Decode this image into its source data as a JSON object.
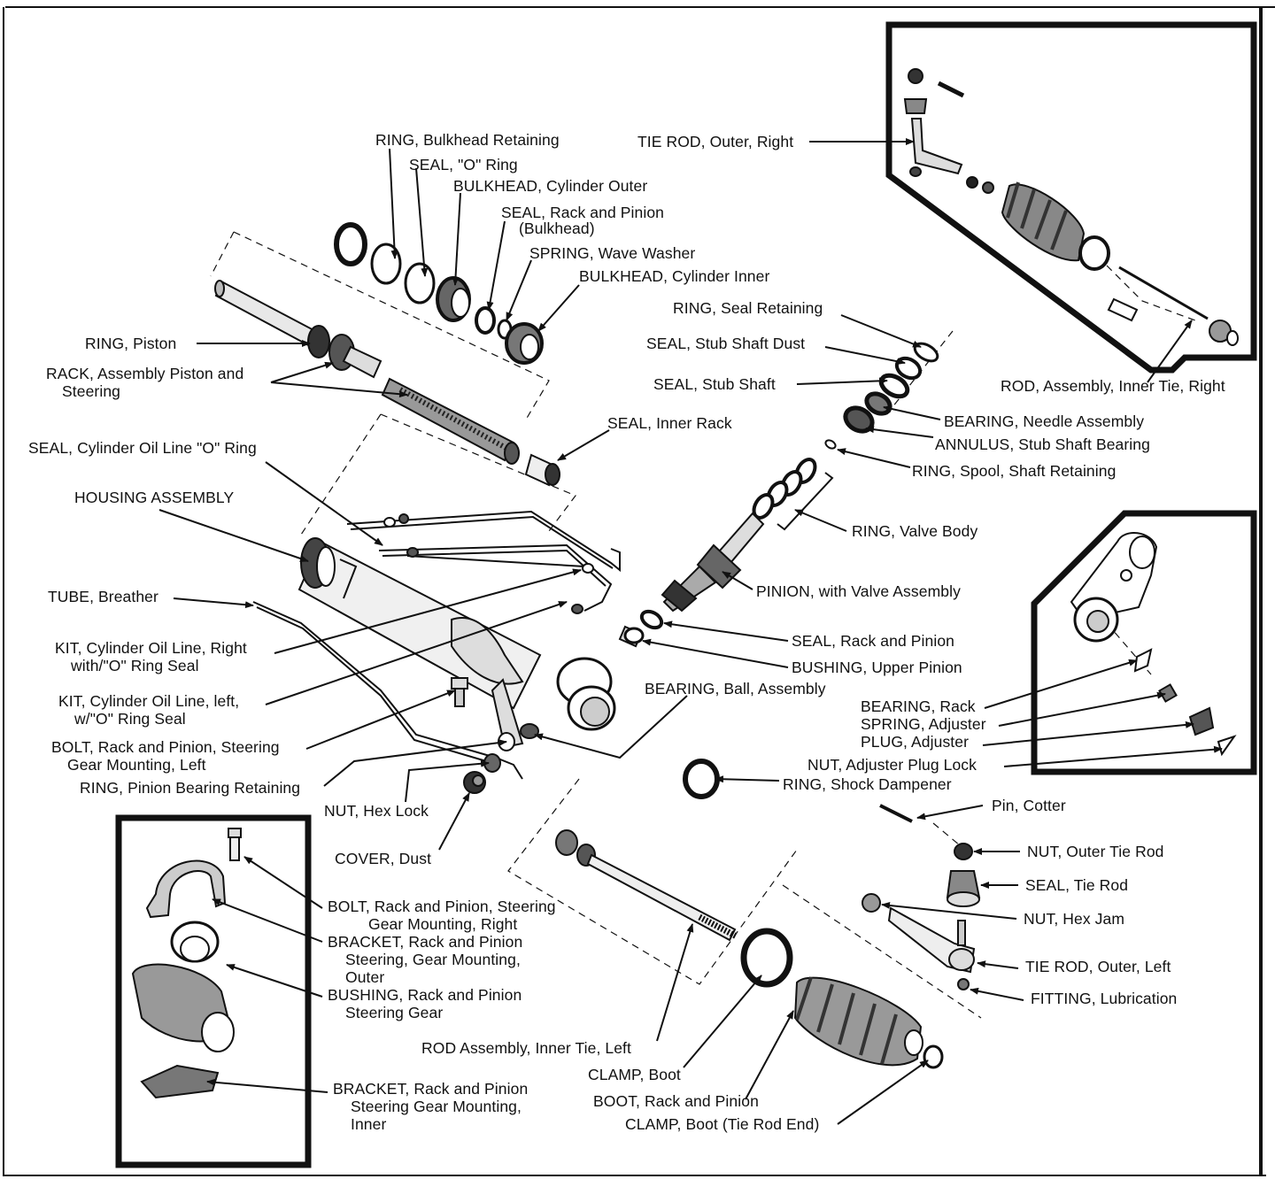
{
  "colors": {
    "ink": "#111111",
    "paper": "#ffffff"
  },
  "labels": {
    "ring_bulkhead_retaining": "RING, Bulkhead Retaining",
    "seal_o_ring": "SEAL, \"O\" Ring",
    "bulkhead_cylinder_outer": "BULKHEAD, Cylinder Outer",
    "seal_rack_pinion_bulkhead": "SEAL, Rack and Pinion",
    "seal_rack_pinion_bulkhead_2": "(Bulkhead)",
    "spring_wave_washer": "SPRING, Wave Washer",
    "bulkhead_cylinder_inner": "BULKHEAD, Cylinder Inner",
    "tie_rod_outer_right": "TIE ROD, Outer, Right",
    "ring_seal_retaining": "RING, Seal Retaining",
    "seal_stub_shaft_dust": "SEAL, Stub Shaft Dust",
    "seal_stub_shaft": "SEAL, Stub Shaft",
    "rod_assembly_inner_tie_right": "ROD, Assembly, Inner Tie, Right",
    "ring_piston": "RING, Piston",
    "rack_assembly_1": "RACK, Assembly Piston and",
    "rack_assembly_2": "Steering",
    "bearing_needle_assembly": "BEARING, Needle Assembly",
    "annulus_stub_shaft_bearing": "ANNULUS, Stub Shaft Bearing",
    "seal_inner_rack": "SEAL, Inner Rack",
    "ring_spool_shaft_retaining": "RING, Spool, Shaft Retaining",
    "seal_cylinder_oil_line": "SEAL, Cylinder Oil Line \"O\" Ring",
    "housing_assembly": "HOUSING ASSEMBLY",
    "ring_valve_body": "RING, Valve Body",
    "tube_breather": "TUBE, Breather",
    "pinion_valve_assembly": "PINION, with Valve Assembly",
    "kit_right_1": "KIT, Cylinder Oil Line, Right",
    "kit_right_2": "with/\"O\" Ring Seal",
    "seal_rack_pinion": "SEAL, Rack and Pinion",
    "bushing_upper_pinion": "BUSHING, Upper Pinion",
    "bearing_ball_assembly": "BEARING, Ball, Assembly",
    "kit_left_1": "KIT, Cylinder Oil Line, left,",
    "kit_left_2": "w/\"O\" Ring Seal",
    "bearing_rack": "BEARING, Rack",
    "spring_adjuster": "SPRING, Adjuster",
    "plug_adjuster": "PLUG, Adjuster",
    "bolt_left_1": "BOLT, Rack and Pinion, Steering",
    "bolt_left_2": "Gear Mounting, Left",
    "nut_adjuster_plug_lock": "NUT, Adjuster Plug Lock",
    "ring_pinion_bearing_retaining": "RING, Pinion Bearing Retaining",
    "ring_shock_dampener": "RING, Shock Dampener",
    "pin_cotter": "Pin, Cotter",
    "nut_hex_lock": "NUT, Hex Lock",
    "cover_dust": "COVER, Dust",
    "nut_outer_tie_rod": "NUT, Outer Tie Rod",
    "seal_tie_rod": "SEAL, Tie Rod",
    "bolt_right_1": "BOLT, Rack and Pinion, Steering",
    "bolt_right_2": "Gear Mounting, Right",
    "nut_hex_jam": "NUT, Hex Jam",
    "bracket_outer_1": "BRACKET, Rack and Pinion",
    "bracket_outer_2": "Steering, Gear Mounting,",
    "bracket_outer_3": "Outer",
    "tie_rod_outer_left": "TIE ROD, Outer, Left",
    "bushing_gear_1": "BUSHING, Rack and Pinion",
    "bushing_gear_2": "Steering Gear",
    "fitting_lubrication": "FITTING, Lubrication",
    "rod_assembly_inner_tie_left": "ROD Assembly, Inner Tie, Left",
    "clamp_boot": "CLAMP, Boot",
    "boot_rack_pinion": "BOOT, Rack and Pinion",
    "clamp_boot_tie_rod_end": "CLAMP, Boot (Tie Rod End)",
    "bracket_inner_1": "BRACKET, Rack and Pinion",
    "bracket_inner_2": "Steering Gear Mounting,",
    "bracket_inner_3": "Inner"
  }
}
